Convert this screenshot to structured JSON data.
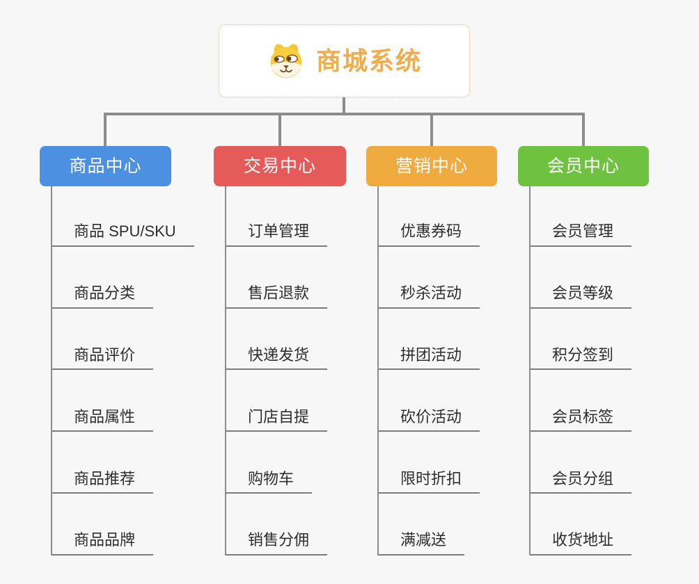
{
  "canvas": {
    "background": "#f7f7f7"
  },
  "root": {
    "title": "商城系统",
    "title_color": "#f0ad4e",
    "border_color": "#e8b868",
    "icon": "shiba-dog-icon"
  },
  "connector_color": "#8c8c8c",
  "leaf_line_color": "#7b7b7b",
  "leaf_text_color": "#2d2d2d",
  "branches": [
    {
      "label": "商品中心",
      "color": "#4d90e2",
      "items": [
        "商品 SPU/SKU",
        "商品分类",
        "商品评价",
        "商品属性",
        "商品推荐",
        "商品品牌"
      ]
    },
    {
      "label": "交易中心",
      "color": "#e45b5a",
      "items": [
        "订单管理",
        "售后退款",
        "快递发货",
        "门店自提",
        "购物车",
        "销售分佣"
      ]
    },
    {
      "label": "营销中心",
      "color": "#efab3f",
      "items": [
        "优惠券码",
        "秒杀活动",
        "拼团活动",
        "砍价活动",
        "限时折扣",
        "满减送"
      ]
    },
    {
      "label": "会员中心",
      "color": "#6ec23f",
      "items": [
        "会员管理",
        "会员等级",
        "积分签到",
        "会员标签",
        "会员分组",
        "收货地址"
      ]
    }
  ]
}
